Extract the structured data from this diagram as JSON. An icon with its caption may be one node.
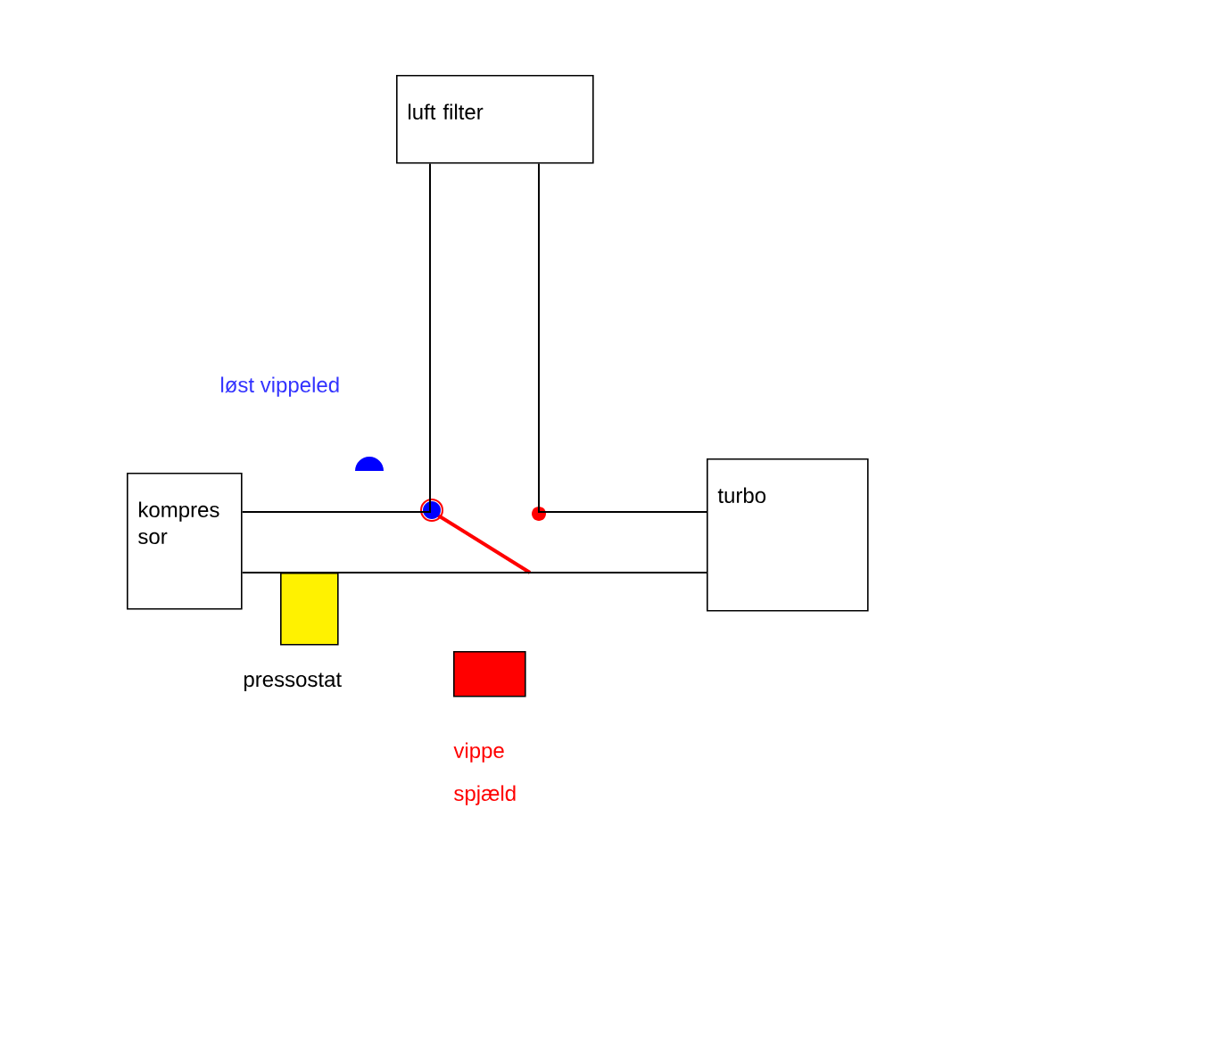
{
  "diagram": {
    "nodes": [
      {
        "text": [
          "luft filter"
        ]
      },
      {
        "text": [
          "kompres sor"
        ]
      },
      {
        "text": [
          "turbo"
        ]
      },
      {
        "text": [],
        "shape": "box",
        "beside": [
          "pressostat"
        ]
      },
      {
        "text": [],
        "shape": "box",
        "beside": [
          "vippe spjæld"
        ]
      }
    ],
    "edges": [
      {
        "from": 1,
        "to": 2,
        "arrow": "none"
      },
      {
        "from": 0,
        "to": 1,
        "arrow": "none"
      },
      {
        "from": 0,
        "to": 2,
        "arrow": "none"
      }
    ],
    "labels": [
      "løst vippeled"
    ]
  }
}
